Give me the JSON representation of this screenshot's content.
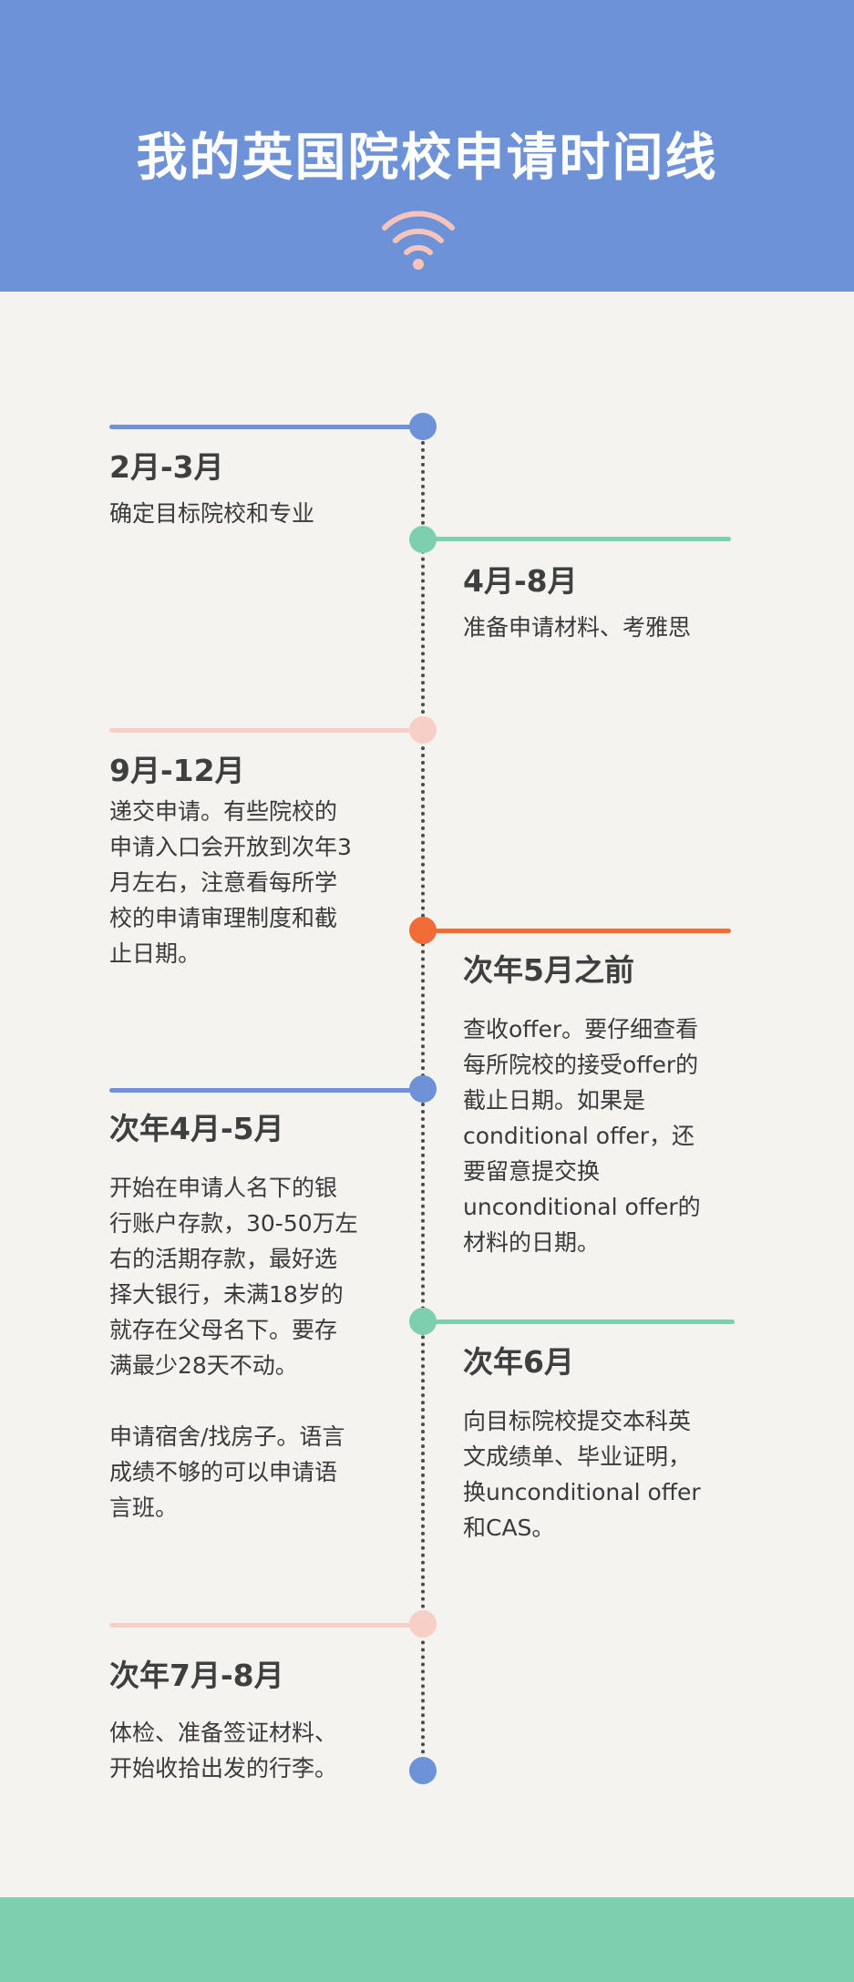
{
  "title": "我的英国院校申请时间线",
  "colors": {
    "header": "#6e92d8",
    "footer": "#7ecfaf",
    "background": "#f4f3ef",
    "blue": "#6e92d8",
    "green": "#7ecfaf",
    "pink": "#f8cfc6",
    "orange": "#f06b36"
  },
  "header_icon": "wifi-icon",
  "timeline": [
    {
      "period": "2月-3月",
      "desc": "确定目标院校和专业",
      "color": "blue",
      "side": "left"
    },
    {
      "period": "4月-8月",
      "desc": "准备申请材料、考雅思",
      "color": "green",
      "side": "right"
    },
    {
      "period": "9月-12月",
      "desc": "递交申请。有些院校的\n申请入口会开放到次年3\n月左右，注意看每所学\n校的申请审理制度和截\n止日期。",
      "color": "pink",
      "side": "left"
    },
    {
      "period": "次年5月之前",
      "desc": "查收offer。要仔细查看\n每所院校的接受offer的\n截止日期。如果是\nconditional offer，还\n要留意提交换\nunconditional offer的\n材料的日期。",
      "color": "orange",
      "side": "right"
    },
    {
      "period": "次年4月-5月",
      "desc": "开始在申请人名下的银\n行账户存款，30-50万左\n右的活期存款，最好选\n择大银行，未满18岁的\n就存在父母名下。要存\n满最少28天不动。\n\n申请宿舍/找房子。语言\n成绩不够的可以申请语\n言班。",
      "color": "blue",
      "side": "left"
    },
    {
      "period": "次年6月",
      "desc": "向目标院校提交本科英\n文成绩单、毕业证明，\n换unconditional offer\n和CAS。",
      "color": "green",
      "side": "right"
    },
    {
      "period": "次年7月-8月",
      "desc": "体检、准备签证材料、\n开始收拾出发的行李。",
      "color": "pink",
      "side": "left"
    }
  ]
}
